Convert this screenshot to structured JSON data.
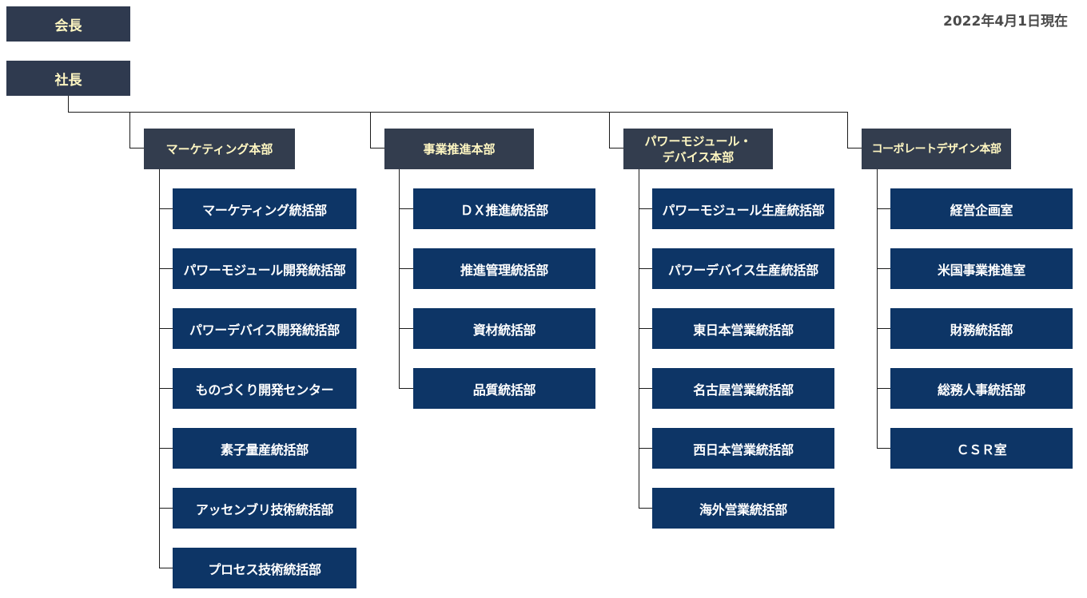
{
  "as_of_date": "2022年4月1日現在",
  "chairman": "会長",
  "president": "社長",
  "divisions": [
    {
      "label": "マーケティング本部",
      "departments": [
        "マーケティング統括部",
        "パワーモジュール開発統括部",
        "パワーデバイス開発統括部",
        "ものづくり開発センター",
        "素子量産統括部",
        "アッセンブリ技術統括部",
        "プロセス技術統括部"
      ]
    },
    {
      "label": "事業推進本部",
      "departments": [
        "ＤＸ推進統括部",
        "推進管理統括部",
        "資材統括部",
        "品質統括部"
      ]
    },
    {
      "label_line1": "パワーモジュール・",
      "label_line2": "デバイス本部",
      "departments": [
        "パワーモジュール生産統括部",
        "パワーデバイス生産統括部",
        "東日本営業統括部",
        "名古屋営業統括部",
        "西日本営業統括部",
        "海外営業統括部"
      ]
    },
    {
      "label": "コーポレートデザイン本部",
      "departments": [
        "経営企画室",
        "米国事業推進室",
        "財務統括部",
        "総務人事統括部",
        "ＣＳＲ室"
      ]
    }
  ]
}
